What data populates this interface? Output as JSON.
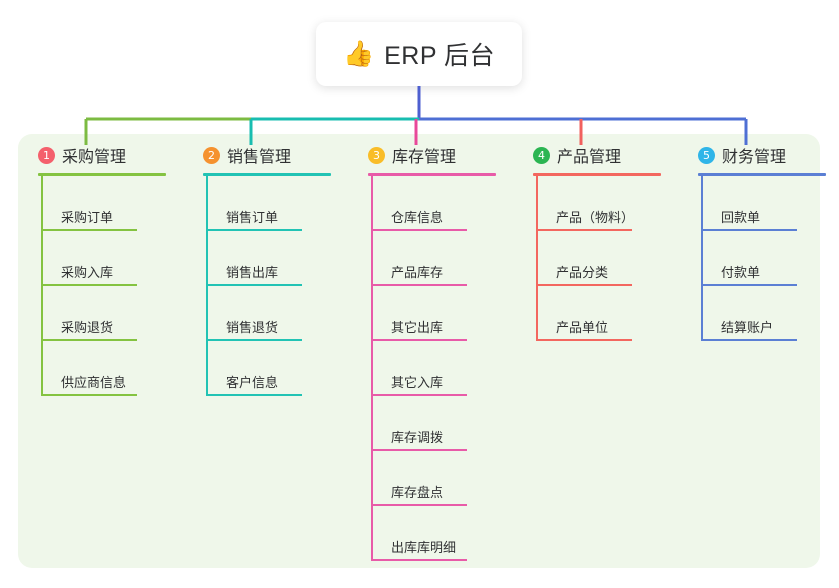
{
  "root": {
    "icon": "thumbs-up-icon",
    "icon_glyph": "👍",
    "title": "ERP 后台"
  },
  "panel": {
    "background_color": "#eff7ea"
  },
  "connector": {
    "root_stem_color": "#4e5fd0",
    "segments": [
      {
        "to": "采购管理",
        "color": "#7cbb42"
      },
      {
        "to": "销售管理",
        "color": "#18bdb0"
      },
      {
        "to": "库存管理",
        "color": "#4e5fd0"
      },
      {
        "to": "产品管理",
        "color": "#4e5fd0"
      },
      {
        "to": "财务管理",
        "color": "#4e6fd4"
      }
    ],
    "drops": [
      {
        "to": "采购管理",
        "color": "#7cbb42"
      },
      {
        "to": "销售管理",
        "color": "#18bdb0"
      },
      {
        "to": "库存管理",
        "color": "#e8489a"
      },
      {
        "to": "产品管理",
        "color": "#f1605e"
      },
      {
        "to": "财务管理",
        "color": "#4e6fd4"
      }
    ]
  },
  "columns": [
    {
      "index": "1",
      "badge_number": "1",
      "badge_color": "#f4606c",
      "line_color": "#84c341",
      "title": "采购管理",
      "items": [
        "采购订单",
        "采购入库",
        "采购退货",
        "供应商信息"
      ]
    },
    {
      "index": "2",
      "badge_number": "2",
      "badge_color": "#f5922f",
      "line_color": "#22c3b4",
      "title": "销售管理",
      "items": [
        "销售订单",
        "销售出库",
        "销售退货",
        "客户信息"
      ]
    },
    {
      "index": "3",
      "badge_number": "3",
      "badge_color": "#f9bd28",
      "line_color": "#e85ba8",
      "title": "库存管理",
      "items": [
        "仓库信息",
        "产品库存",
        "其它出库",
        "其它入库",
        "库存调拨",
        "库存盘点",
        "出库库明细"
      ]
    },
    {
      "index": "4",
      "badge_number": "4",
      "badge_color": "#2bb552",
      "line_color": "#f3675f",
      "title": "产品管理",
      "items": [
        "产品（物料）",
        "产品分类",
        "产品单位"
      ]
    },
    {
      "index": "5",
      "badge_number": "5",
      "badge_color": "#2fb5e8",
      "line_color": "#5b7fd4",
      "title": "财务管理",
      "items": [
        "回款单",
        "付款单",
        "结算账户"
      ]
    }
  ]
}
